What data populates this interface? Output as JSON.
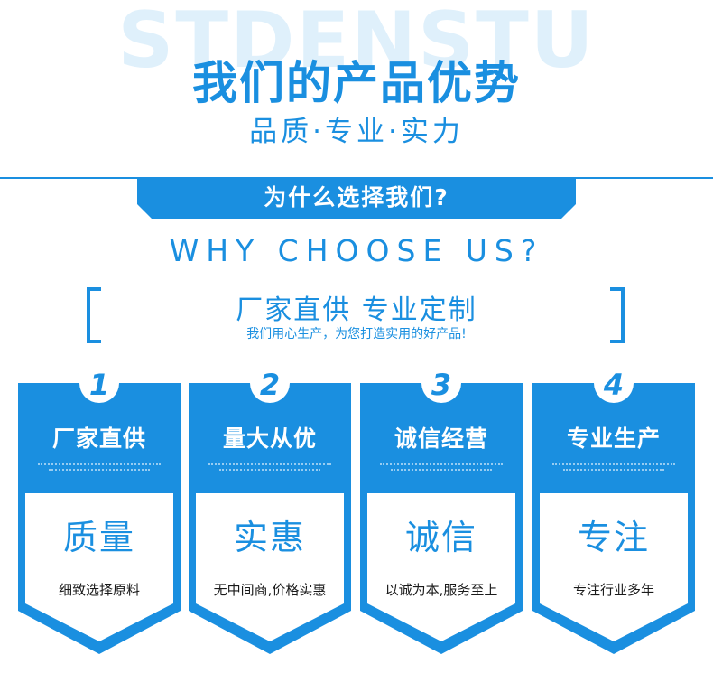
{
  "header": {
    "watermark": "STDENSTU",
    "title": "我们的产品优势",
    "subtitle": "品质·专业·实力"
  },
  "banner": {
    "text": "为什么选择我们?"
  },
  "why": "WHY CHOOSE US?",
  "slogan": {
    "main": "厂家直供  专业定制",
    "sub": "我们用心生产，为您打造实用的好产品!"
  },
  "colors": {
    "accent": "#1a8fe0",
    "accent_dark": "#1578c4",
    "white": "#ffffff"
  },
  "cards": [
    {
      "number": "1",
      "title": "厂家直供",
      "big": "质量",
      "desc": "细致选择原料"
    },
    {
      "number": "2",
      "title": "量大从优",
      "big": "实惠",
      "desc": "无中间商,价格实惠"
    },
    {
      "number": "3",
      "title": "诚信经营",
      "big": "诚信",
      "desc": "以诚为本,服务至上"
    },
    {
      "number": "4",
      "title": "专业生产",
      "big": "专注",
      "desc": "专注行业多年"
    }
  ]
}
